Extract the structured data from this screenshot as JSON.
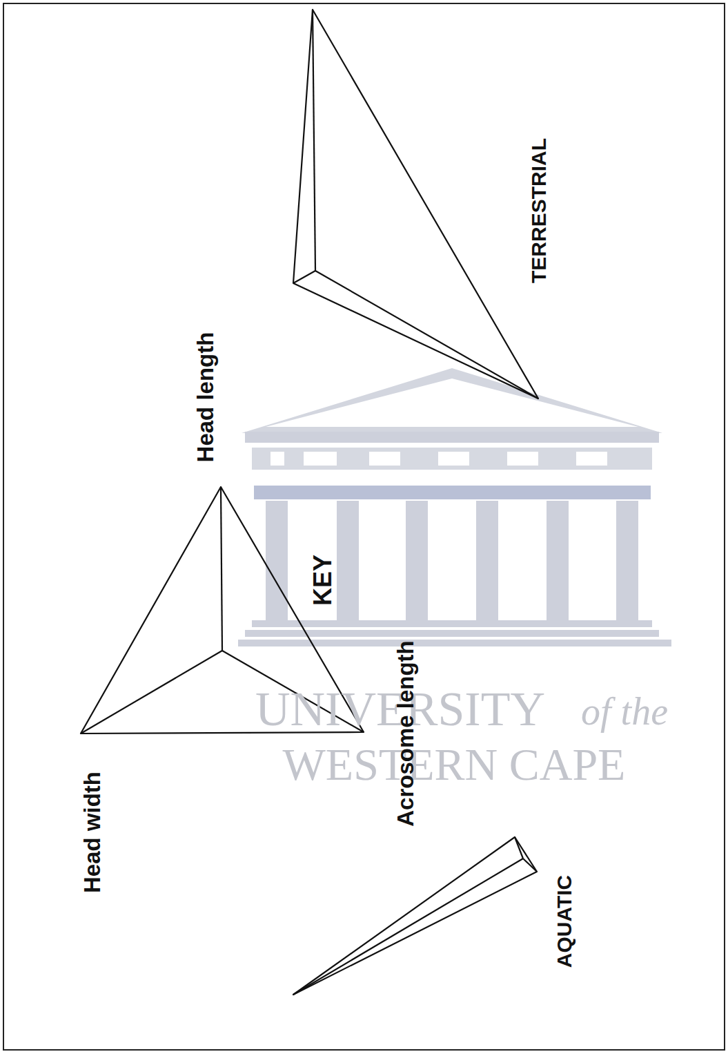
{
  "diagram": {
    "labels": [
      "Head length",
      "Head width",
      "KEY",
      "Acrosome length",
      "TERRESTRIAL",
      "AQUATIC",
      "UNIVERSITY",
      "of the",
      "WESTERN CAPE"
    ]
  }
}
